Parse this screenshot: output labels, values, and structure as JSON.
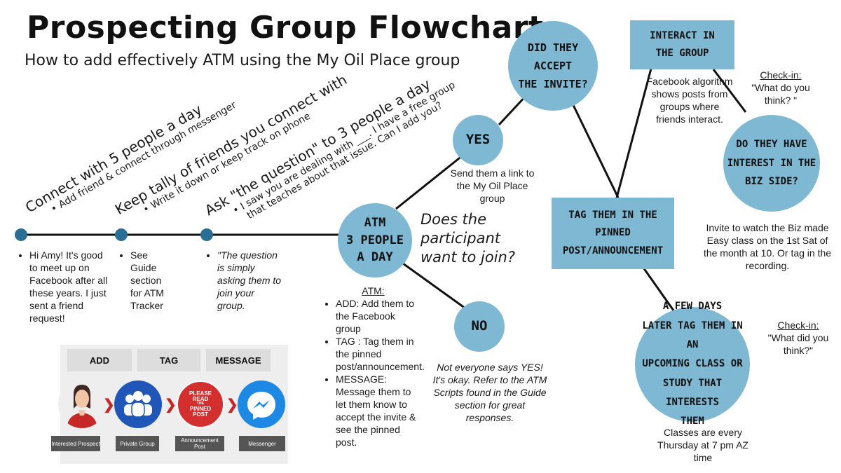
{
  "title": "Prospecting Group Flowchart",
  "subtitle": "How to add effectively ATM using the My Oil Place group",
  "steps": [
    {
      "heading": "Connect with 5 people a day",
      "bullet": "Add friend & connect through messenger"
    },
    {
      "heading": "Keep tally of friends you connect with",
      "bullet": "Write it down or keep track on phone"
    },
    {
      "heading": "Ask \"the question\" to 3 people a day",
      "bullet_line1": "I saw you are dealing with ___. I have a free group",
      "bullet_line2": "that teaches about that issue. Can I add you?"
    }
  ],
  "notes": {
    "n1": "Hi Amy!  It's good to meet up on Facebook after all these years.  I just sent a friend request!",
    "n2": "See Guide section for ATM Tracker",
    "n3": "\"The question is simply asking them to join your group."
  },
  "atm_circle": {
    "l1": "ATM",
    "l2": "3 PEOPLE",
    "l3": "A DAY"
  },
  "question": {
    "l1": "Does the",
    "l2": "participant",
    "l3": "want to join?"
  },
  "atm_list": {
    "heading": "ATM:",
    "items": [
      {
        "label": "ADD:",
        "text": " Add them to the Facebook group"
      },
      {
        "label": "TAG :",
        "text": " Tag them in the pinned post/announcement."
      },
      {
        "label": "MESSAGE:",
        "text": " Message them to let them know to accept the invite & see the pinned post."
      }
    ]
  },
  "yes": {
    "label": "YES",
    "text": "Send them a link to the My Oil Place group"
  },
  "no": {
    "label": "NO",
    "text": "Not everyone says YES! It's okay.  Refer to the ATM Scripts found in the Guide section for great responses."
  },
  "accept": {
    "l1": "DID THEY",
    "l2": "ACCEPT",
    "l3": "THE INVITE?"
  },
  "interact": {
    "l1": "INTERACT IN",
    "l2": "THE GROUP",
    "text": "Facebook algorithm shows posts from groups where friends interact."
  },
  "tag": {
    "l1": "TAG THEM IN THE",
    "l2": "PINNED",
    "l3": "POST/ANNOUNCEMENT"
  },
  "checkin1": {
    "label": "Check-in:",
    "text": "\"What do you think? \""
  },
  "biz": {
    "l1": "DO THEY HAVE",
    "l2": "INTEREST IN THE",
    "l3": "BIZ SIDE?",
    "text": "Invite to watch the Biz made Easy class on the 1st Sat of the month at 10.  Or tag in the recording."
  },
  "fewdays": {
    "l1": "A FEW DAYS",
    "l2": "LATER TAG THEM IN AN",
    "l3": "UPCOMING CLASS  OR",
    "l4": "STUDY THAT INTERESTS",
    "l5": "THEM",
    "text": "Classes are every Thursday at 7 pm AZ time"
  },
  "checkin2": {
    "label": "Check-in:",
    "text": "\"What did you think?\""
  },
  "strip": {
    "columns": [
      "ADD",
      "TAG",
      "MESSAGE"
    ],
    "poster_l1": "PLEASE",
    "poster_l2": "READ",
    "poster_l3": "THE",
    "poster_l4": "PINNED",
    "poster_l5": "POST",
    "captions": [
      "Interested Prospect",
      "Private Group",
      "Announcement Post",
      "Messenger"
    ]
  },
  "colors": {
    "bubble": "#7eb8d2",
    "dot": "#2a6e93",
    "poster": "#d32f2f",
    "group": "#1f56b8",
    "messenger": "#1e88e5"
  }
}
